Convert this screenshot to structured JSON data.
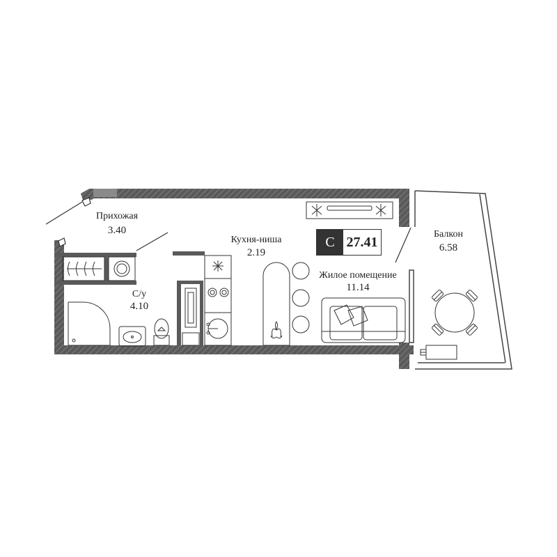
{
  "plan": {
    "apartment_type": "С",
    "total_area": "27.41",
    "rooms": [
      {
        "id": "hallway",
        "name": "Прихожая",
        "area": "3.40"
      },
      {
        "id": "bathroom",
        "name": "С/у",
        "area": "4.10"
      },
      {
        "id": "kitchen",
        "name": "Кухня-ниша",
        "area": "2.19"
      },
      {
        "id": "living",
        "name": "Жилое помещение",
        "area": "11.14"
      },
      {
        "id": "balcony",
        "name": "Балкон",
        "area": "6.58"
      }
    ]
  },
  "colors": {
    "wall": "#555555",
    "line": "#333333",
    "background": "#ffffff"
  }
}
